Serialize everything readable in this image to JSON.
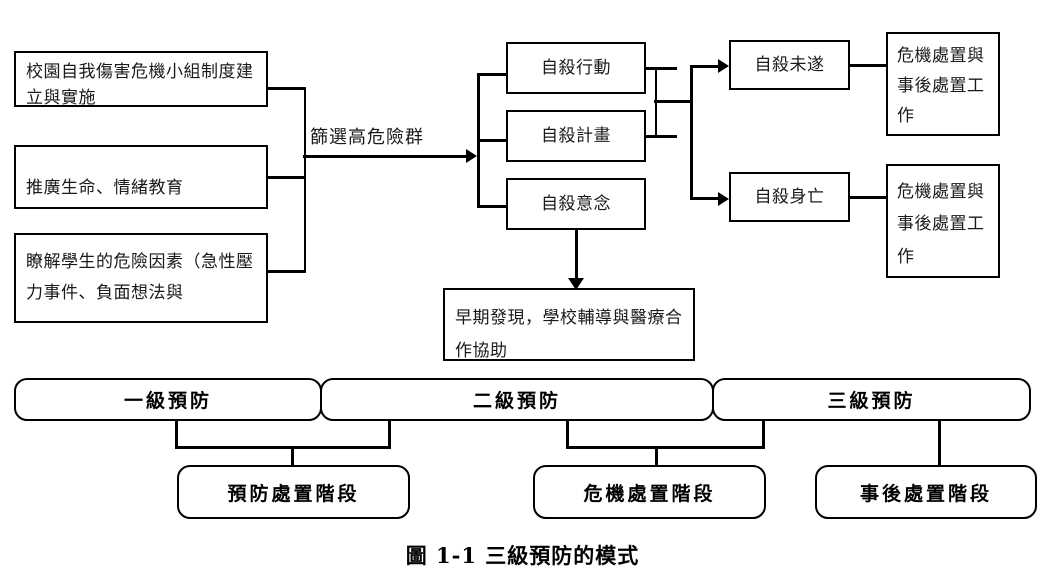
{
  "figure": {
    "caption": "圖 1-1 三級預防的模式"
  },
  "prevention_column": {
    "items": [
      {
        "id": "school-crisis-team",
        "label": "校園自我傷害危機小組制度建立與實施"
      },
      {
        "id": "life-emotion-education",
        "label": "推廣生命、情緒教育"
      },
      {
        "id": "risk-factors",
        "label": "瞭解學生的危險因素（急性壓力事件、負面想法與"
      }
    ]
  },
  "screening": {
    "label": "篩選高危險群"
  },
  "suicide_stages": {
    "items": [
      {
        "id": "suicide-action",
        "label": "自殺行動"
      },
      {
        "id": "suicide-plan",
        "label": "自殺計畫"
      },
      {
        "id": "suicide-ideation",
        "label": "自殺意念"
      }
    ]
  },
  "early_detection": {
    "label": "早期發現，學校輔導與醫療合作協助"
  },
  "outcomes": {
    "items": [
      {
        "id": "suicide-attempt",
        "label": "自殺未遂"
      },
      {
        "id": "suicide-death",
        "label": "自殺身亡"
      }
    ]
  },
  "crisis_work": {
    "items": [
      {
        "id": "crisis-postvention-top",
        "label": "危機處置與事後處置工作"
      },
      {
        "id": "crisis-postvention-bottom",
        "label": "危機處置與事後處置工作"
      }
    ]
  },
  "prevention_levels": {
    "items": [
      {
        "id": "primary",
        "label": "一級預防"
      },
      {
        "id": "secondary",
        "label": "二級預防"
      },
      {
        "id": "tertiary",
        "label": "三級預防"
      }
    ]
  },
  "stages": {
    "items": [
      {
        "id": "prevention-stage",
        "label": "預防處置階段"
      },
      {
        "id": "crisis-stage",
        "label": "危機處置階段"
      },
      {
        "id": "postvention-stage",
        "label": "事後處置階段"
      }
    ]
  },
  "style": {
    "line_color": "#000000",
    "box_fill": "#ffffff",
    "text_color": "#1a1a1a"
  }
}
